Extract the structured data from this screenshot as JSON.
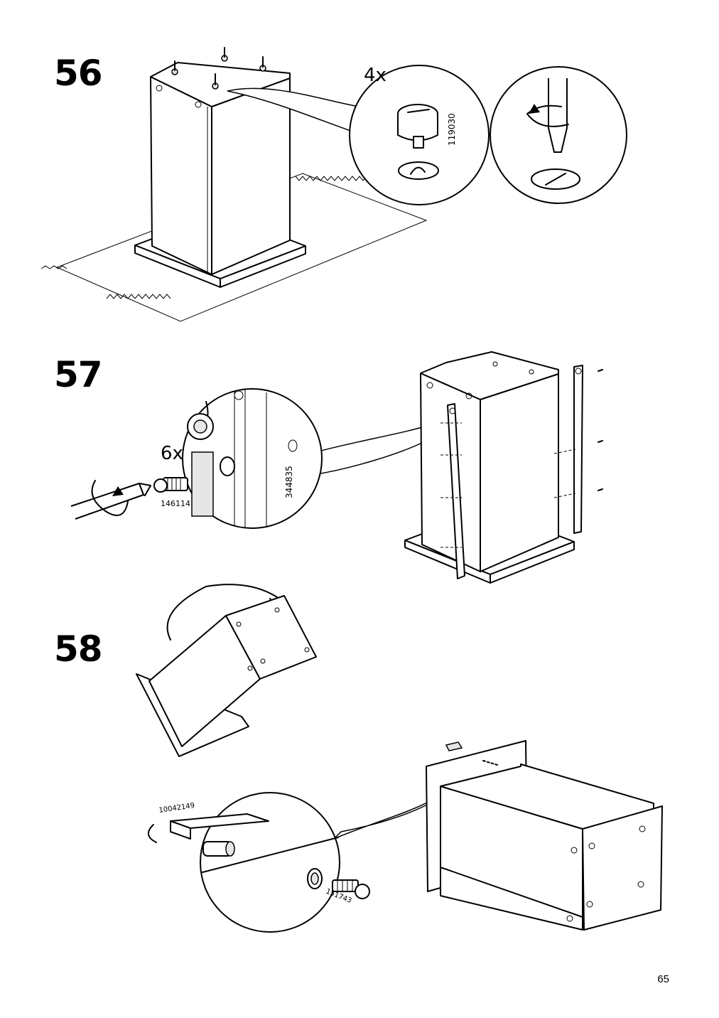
{
  "page_number": "65",
  "steps": [
    {
      "number": "56",
      "quantity": "4x",
      "part_numbers": [
        "119030"
      ]
    },
    {
      "number": "57",
      "quantity": "6x",
      "part_numbers": [
        "146114",
        "344835"
      ]
    },
    {
      "number": "58",
      "part_numbers": [
        "10042149",
        "151743"
      ]
    }
  ]
}
